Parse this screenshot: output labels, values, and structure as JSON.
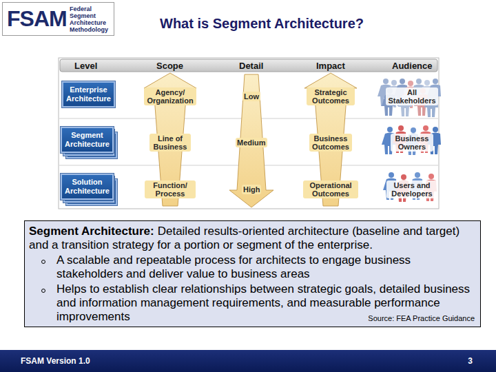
{
  "diagram": {
    "title": "What is Segment Architecture?",
    "nodes": [
      {
        "text": [
          "FSAM",
          "Federal Segment Architecture Methodology"
        ]
      },
      {
        "text": [
          "Enterprise Architecture"
        ]
      },
      {
        "text": [
          "Segment Architecture"
        ]
      },
      {
        "text": [
          "Solution Architecture"
        ]
      },
      {
        "text": [
          "Segment Architecture:",
          "Detailed results-oriented architecture (baseline and target) and a transition strategy for a portion or segment of the enterprise.",
          "A scalable and repeatable process for architects to engage business stakeholders and deliver value to business areas",
          "Helps to establish clear relationships between strategic goals, detailed business and information management requirements, and measurable performance improvements",
          "Source: FEA Practice Guidance"
        ]
      },
      {
        "text": [
          "FSAM Version 1.0",
          "3"
        ]
      }
    ],
    "labels": [
      "Level",
      "Scope",
      "Detail",
      "Impact",
      "Audience",
      "Agency/ Organization",
      "Low",
      "Strategic Outcomes",
      "All Stakeholders",
      "Line of Business",
      "Medium",
      "Business Outcomes",
      "Business Owners",
      "Function/ Process",
      "High",
      "Operational Outcomes",
      "Users and Developers"
    ]
  }
}
